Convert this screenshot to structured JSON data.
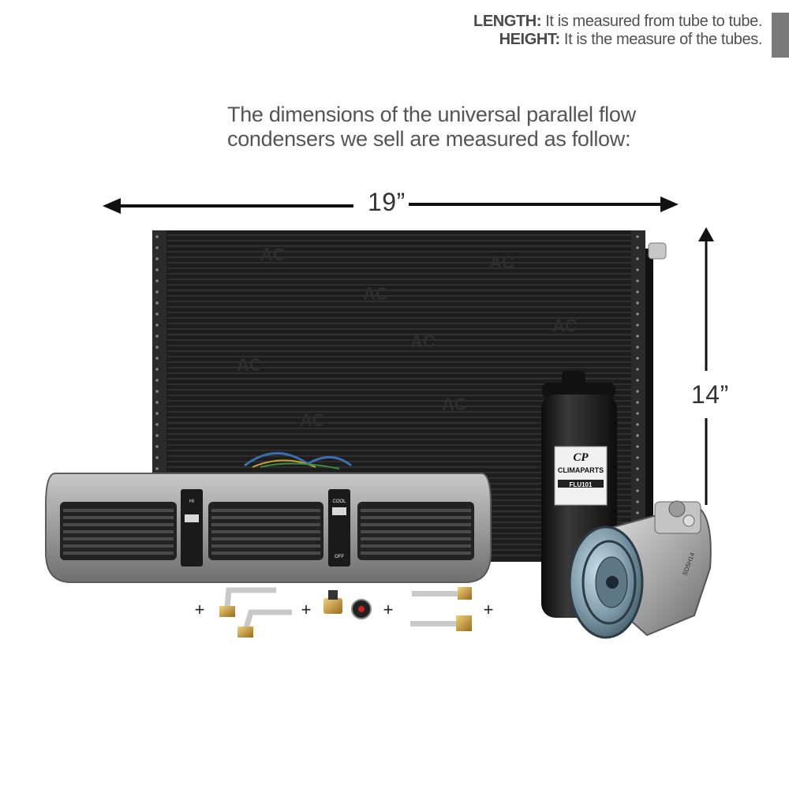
{
  "legend": {
    "length_term": "LENGTH:",
    "length_text": " It is measured from tube to tube.",
    "height_term": "HEIGHT:",
    "height_text": " It is the measure of the tubes."
  },
  "headline": {
    "line1": "The dimensions of the universal parallel flow",
    "line2": "condensers we sell are measured as follow:"
  },
  "dimensions": {
    "width_label": "19”",
    "height_label": "14”"
  },
  "product": {
    "watermark": "AC",
    "drier_logo": "CP",
    "drier_brand": "CLIMAPARTS",
    "drier_model": "FLU101",
    "evaporator_cool": "COOL",
    "evaporator_off": "OFF",
    "evaporator_hi": "HI",
    "compressor_label": "SD5H14"
  },
  "plus_signs": [
    "+",
    "+",
    "+",
    "+"
  ],
  "colors": {
    "condenser": "#1c1c1c",
    "evaporator_body": "#9c9c9c",
    "text": "#4a4a4a",
    "side_tab": "#7a7a7a"
  }
}
